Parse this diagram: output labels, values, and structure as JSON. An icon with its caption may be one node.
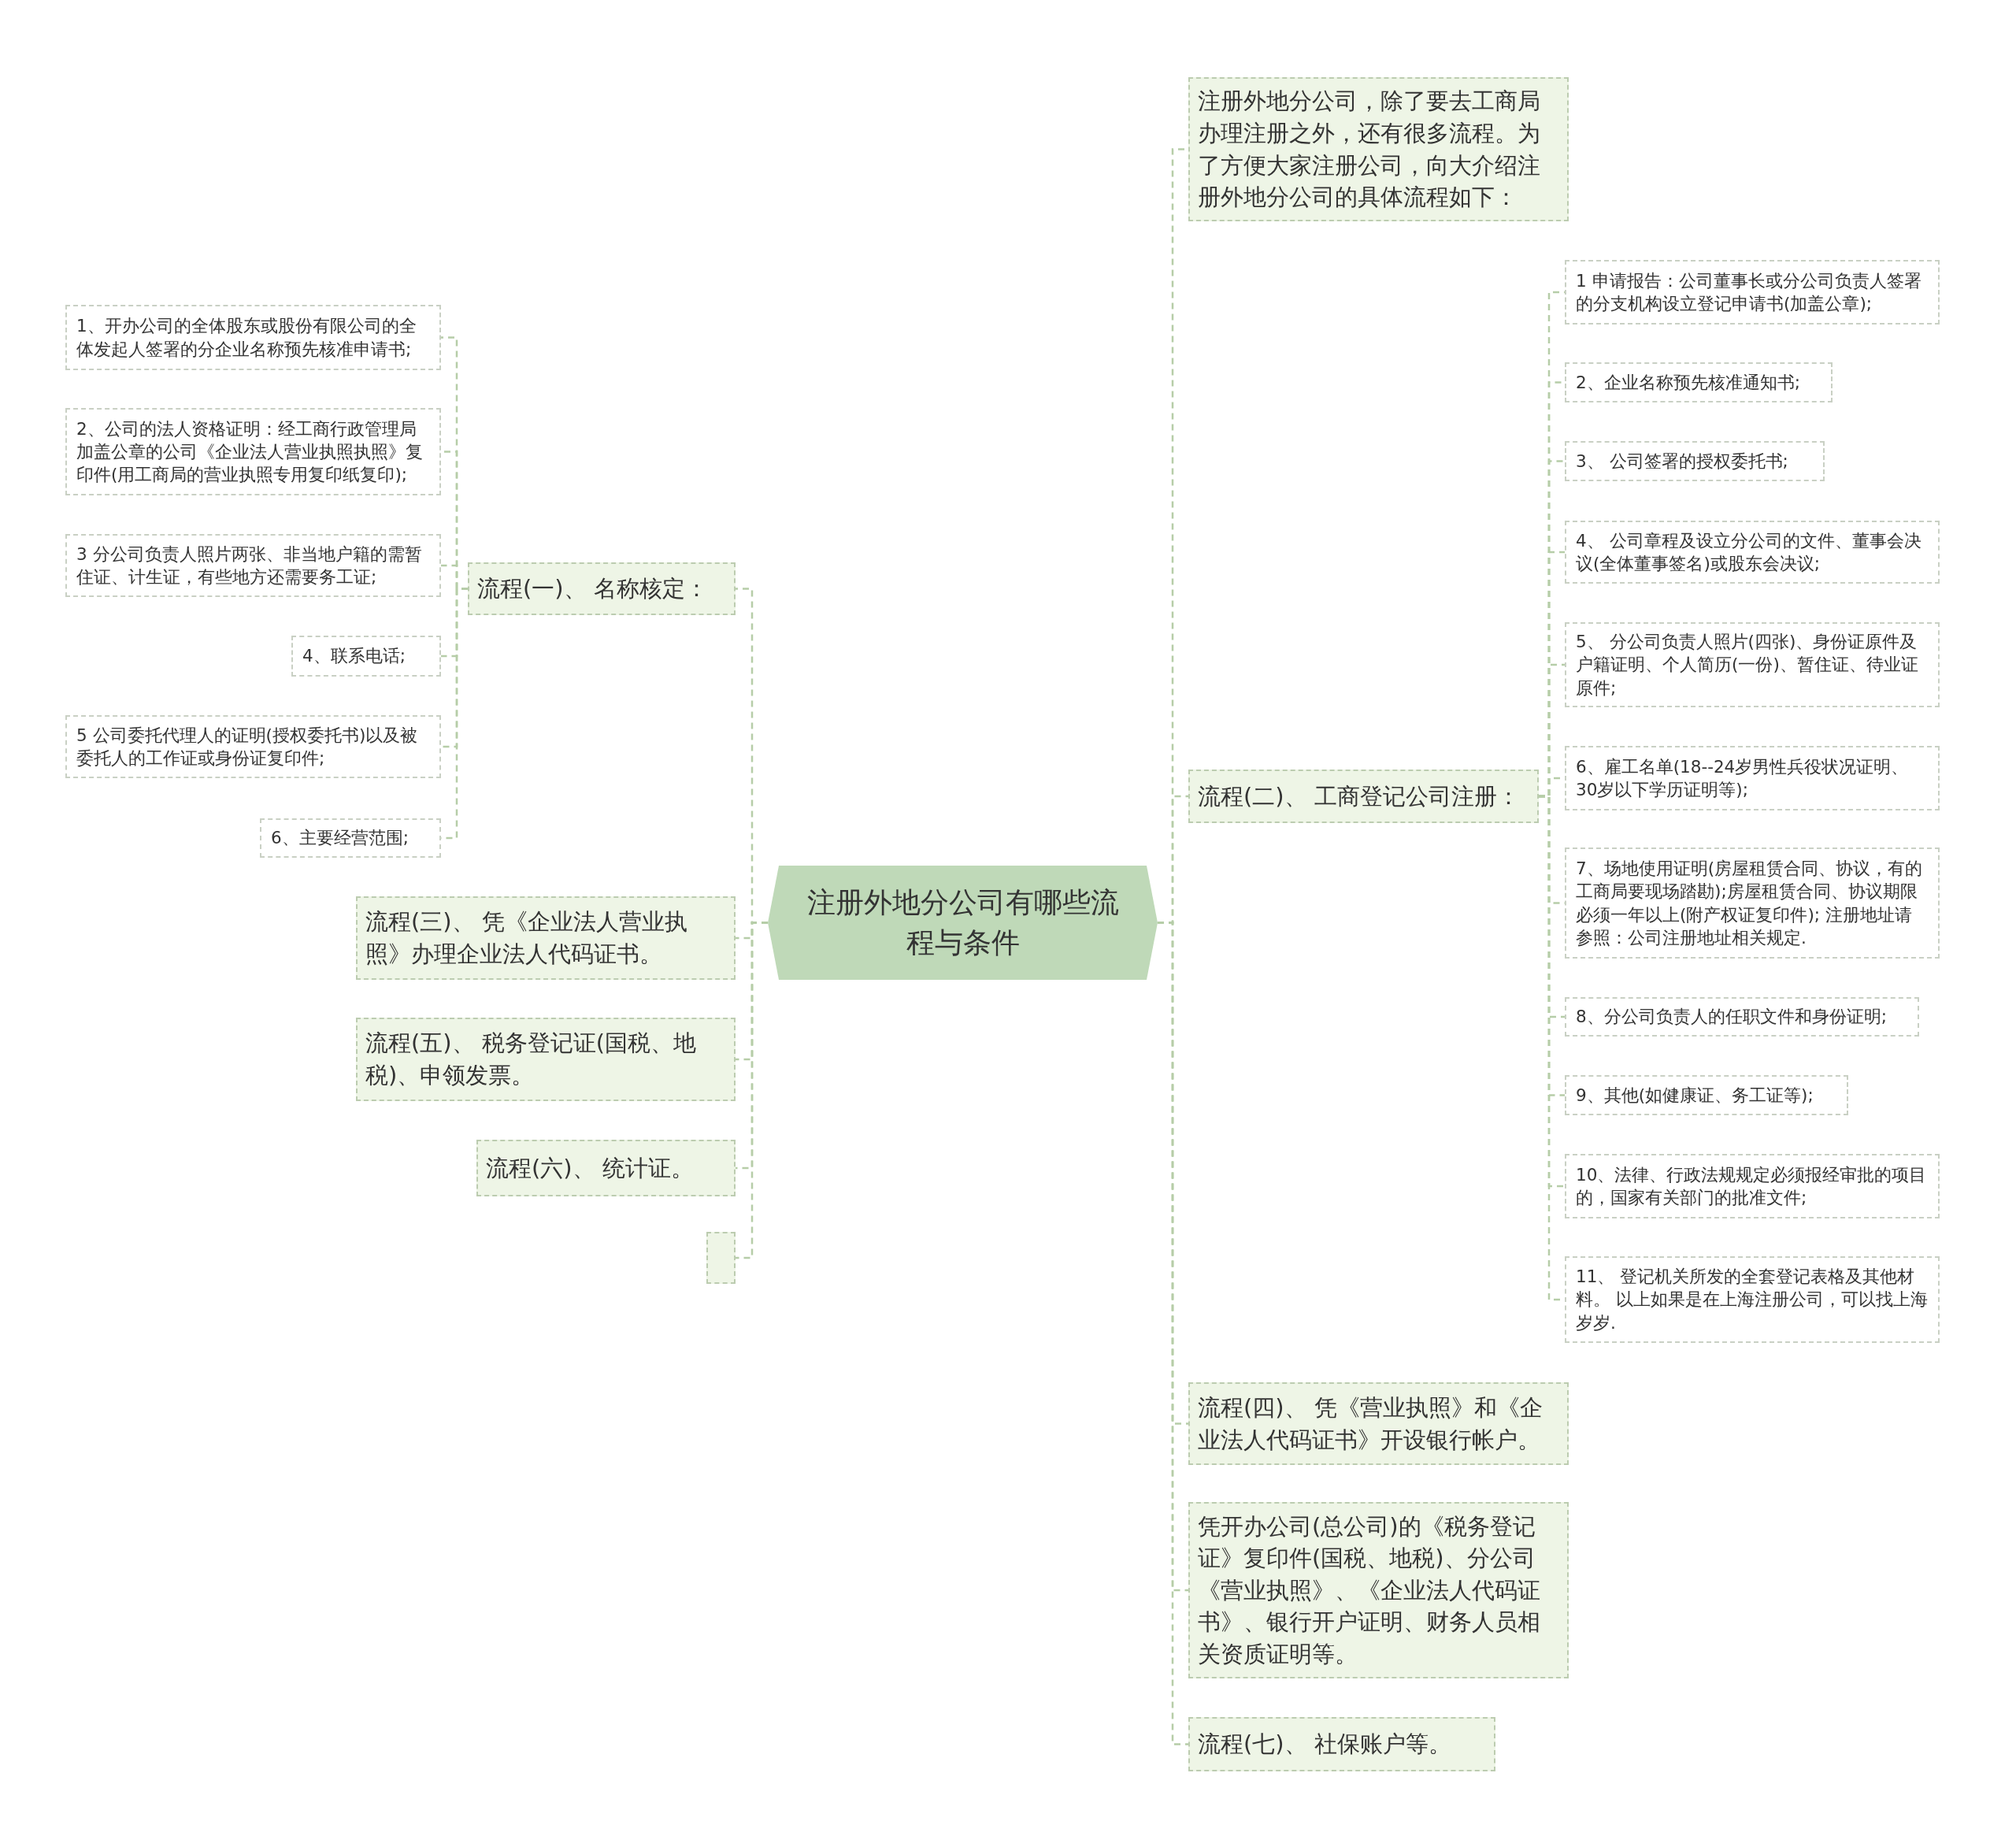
{
  "diagram": {
    "nodes": [
      {
        "text": [
          "注册外地分公司有哪些流程与条件"
        ]
      },
      {
        "text": [
          "流程(一)、 名称核定："
        ]
      },
      {
        "text": [
          "1、开办公司的全体股东或股份有限公司的全体发起人签署的分企业名称预先核准申请书;"
        ]
      },
      {
        "text": [
          "2、公司的法人资格证明：经工商行政管理局加盖公章的公司《企业法人营业执照执照》复印件(用工商局的营业执照专用复印纸复印);"
        ]
      },
      {
        "text": [
          "3 分公司负责人照片两张、非当地户籍的需暂住证、计生证，有些地方还需要务工证;"
        ]
      },
      {
        "text": [
          "4、联系电话;"
        ]
      },
      {
        "text": [
          "5 公司委托代理人的证明(授权委托书)以及被委托人的工作证或身份证复印件;"
        ]
      },
      {
        "text": [
          "6、主要经营范围;"
        ]
      },
      {
        "text": [
          "流程(三)、 凭《企业法人营业执照》办理企业法人代码证书。"
        ]
      },
      {
        "text": [
          "流程(五)、 税务登记证(国税、地税)、申领发票。"
        ]
      },
      {
        "text": [
          "流程(六)、 统计证。"
        ]
      },
      {
        "text": [],
        "shape": "box"
      },
      {
        "text": [
          "注册外地分公司，除了要去工商局办理注册之外，还有很多流程。为了方便大家注册公司，向大介绍注册外地分公司的具体流程如下："
        ]
      },
      {
        "text": [
          "流程(二)、 工商登记公司注册："
        ]
      },
      {
        "text": [
          "1 申请报告：公司董事长或分公司负责人签署的分支机构设立登记申请书(加盖公章);"
        ]
      },
      {
        "text": [
          "2、企业名称预先核准通知书;"
        ]
      },
      {
        "text": [
          "3、 公司签署的授权委托书;"
        ]
      },
      {
        "text": [
          "4、 公司章程及设立分公司的文件、董事会决议(全体董事签名)或股东会决议;"
        ]
      },
      {
        "text": [
          "5、 分公司负责人照片(四张)、身份证原件及户籍证明、个人简历(一份)、暂住证、待业证原件;"
        ]
      },
      {
        "text": [
          "6、雇工名单(18--24岁男性兵役状况证明、30岁以下学历证明等);"
        ]
      },
      {
        "text": [
          "7、场地使用证明(房屋租赁合同、协议，有的工商局要现场踏勘);房屋租赁合同、协议期限必须一年以上(附产权证复印件); 注册地址请参照：公司注册地址相关规定."
        ]
      },
      {
        "text": [
          "8、分公司负责人的任职文件和身份证明;"
        ]
      },
      {
        "text": [
          "9、其他(如健康证、务工证等);"
        ]
      },
      {
        "text": [
          "10、法律、行政法规规定必须报经审批的项目的，国家有关部门的批准文件;"
        ]
      },
      {
        "text": [
          "11、 登记机关所发的全套登记表格及其他材料。 以上如果是在上海注册公司，可以找上海岁岁."
        ]
      },
      {
        "text": [
          "流程(四)、 凭《营业执照》和《企业法人代码证书》开设银行帐户。"
        ]
      },
      {
        "text": [
          "凭开办公司(总公司)的《税务登记证》复印件(国税、地税)、分公司《营业执照》、《企业法人代码证书》、银行开户证明、财务人员相关资质证明等。"
        ]
      },
      {
        "text": [
          "流程(七)、 社保账户等。"
        ]
      }
    ],
    "edges": [
      {
        "from": 0,
        "to": 1,
        "arrow": "none"
      },
      {
        "from": 1,
        "to": 2,
        "arrow": "none"
      },
      {
        "from": 1,
        "to": 3,
        "arrow": "none"
      },
      {
        "from": 1,
        "to": 4,
        "arrow": "none"
      },
      {
        "from": 1,
        "to": 5,
        "arrow": "none"
      },
      {
        "from": 1,
        "to": 6,
        "arrow": "none"
      },
      {
        "from": 1,
        "to": 7,
        "arrow": "none"
      },
      {
        "from": 0,
        "to": 8,
        "arrow": "none"
      },
      {
        "from": 0,
        "to": 9,
        "arrow": "none"
      },
      {
        "from": 0,
        "to": 10,
        "arrow": "none"
      },
      {
        "from": 0,
        "to": 11,
        "arrow": "none"
      },
      {
        "from": 0,
        "to": 12,
        "arrow": "none"
      },
      {
        "from": 0,
        "to": 13,
        "arrow": "none"
      },
      {
        "from": 13,
        "to": 14,
        "arrow": "none"
      },
      {
        "from": 13,
        "to": 15,
        "arrow": "none"
      },
      {
        "from": 13,
        "to": 16,
        "arrow": "none"
      },
      {
        "from": 13,
        "to": 17,
        "arrow": "none"
      },
      {
        "from": 13,
        "to": 18,
        "arrow": "none"
      },
      {
        "from": 13,
        "to": 19,
        "arrow": "none"
      },
      {
        "from": 13,
        "to": 20,
        "arrow": "none"
      },
      {
        "from": 13,
        "to": 21,
        "arrow": "none"
      },
      {
        "from": 13,
        "to": 22,
        "arrow": "none"
      },
      {
        "from": 13,
        "to": 23,
        "arrow": "none"
      },
      {
        "from": 13,
        "to": 24,
        "arrow": "none"
      },
      {
        "from": 0,
        "to": 25,
        "arrow": "none"
      },
      {
        "from": 0,
        "to": 26,
        "arrow": "none"
      },
      {
        "from": 0,
        "to": 27,
        "arrow": "none"
      }
    ]
  }
}
